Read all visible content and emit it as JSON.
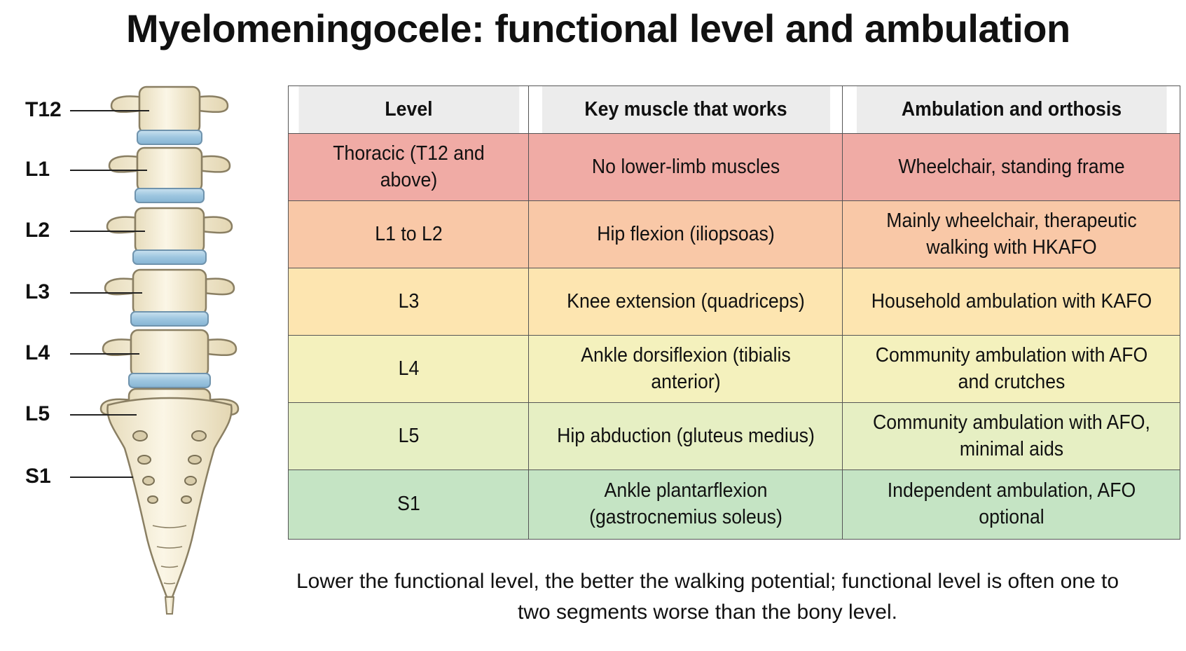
{
  "title": "Myelomeningocele: functional level and ambulation",
  "spine_labels": [
    "T12",
    "L1",
    "L2",
    "L3",
    "L4",
    "L5",
    "S1"
  ],
  "table": {
    "headers": [
      "Level",
      "Key muscle that works",
      "Ambulation and orthosis"
    ],
    "rows": [
      {
        "level": "Thoracic (T12 and above)",
        "muscle": "No lower-limb muscles",
        "ambulation": "Wheelchair, standing frame",
        "color": "#f0aba5"
      },
      {
        "level": "L1 to L2",
        "muscle": "Hip flexion (iliopsoas)",
        "ambulation": "Mainly wheelchair, therapeutic walking with HKAFO",
        "color": "#f9c8a7"
      },
      {
        "level": "L3",
        "muscle": "Knee extension (quadriceps)",
        "ambulation": "Household ambulation with KAFO",
        "color": "#fde5b0"
      },
      {
        "level": "L4",
        "muscle": "Ankle dorsiflexion (tibialis anterior)",
        "ambulation": "Community ambulation with AFO and crutches",
        "color": "#f4f1bd"
      },
      {
        "level": "L5",
        "muscle": "Hip abduction (gluteus medius)",
        "ambulation": "Community ambulation with AFO, minimal aids",
        "color": "#e6efc3"
      },
      {
        "level": "S1",
        "muscle": "Ankle plantarflexion (gastrocnemius soleus)",
        "ambulation": "Independent ambulation, AFO optional",
        "color": "#c5e4c4"
      }
    ]
  },
  "footnote": "Lower the functional level, the better the walking potential; functional level is often one to two segments worse than the bony level.",
  "colors": {
    "bone": "#f4edd4",
    "bone_stroke": "#8a7f63",
    "disc": "#a9cde4",
    "header": "#ececec"
  }
}
